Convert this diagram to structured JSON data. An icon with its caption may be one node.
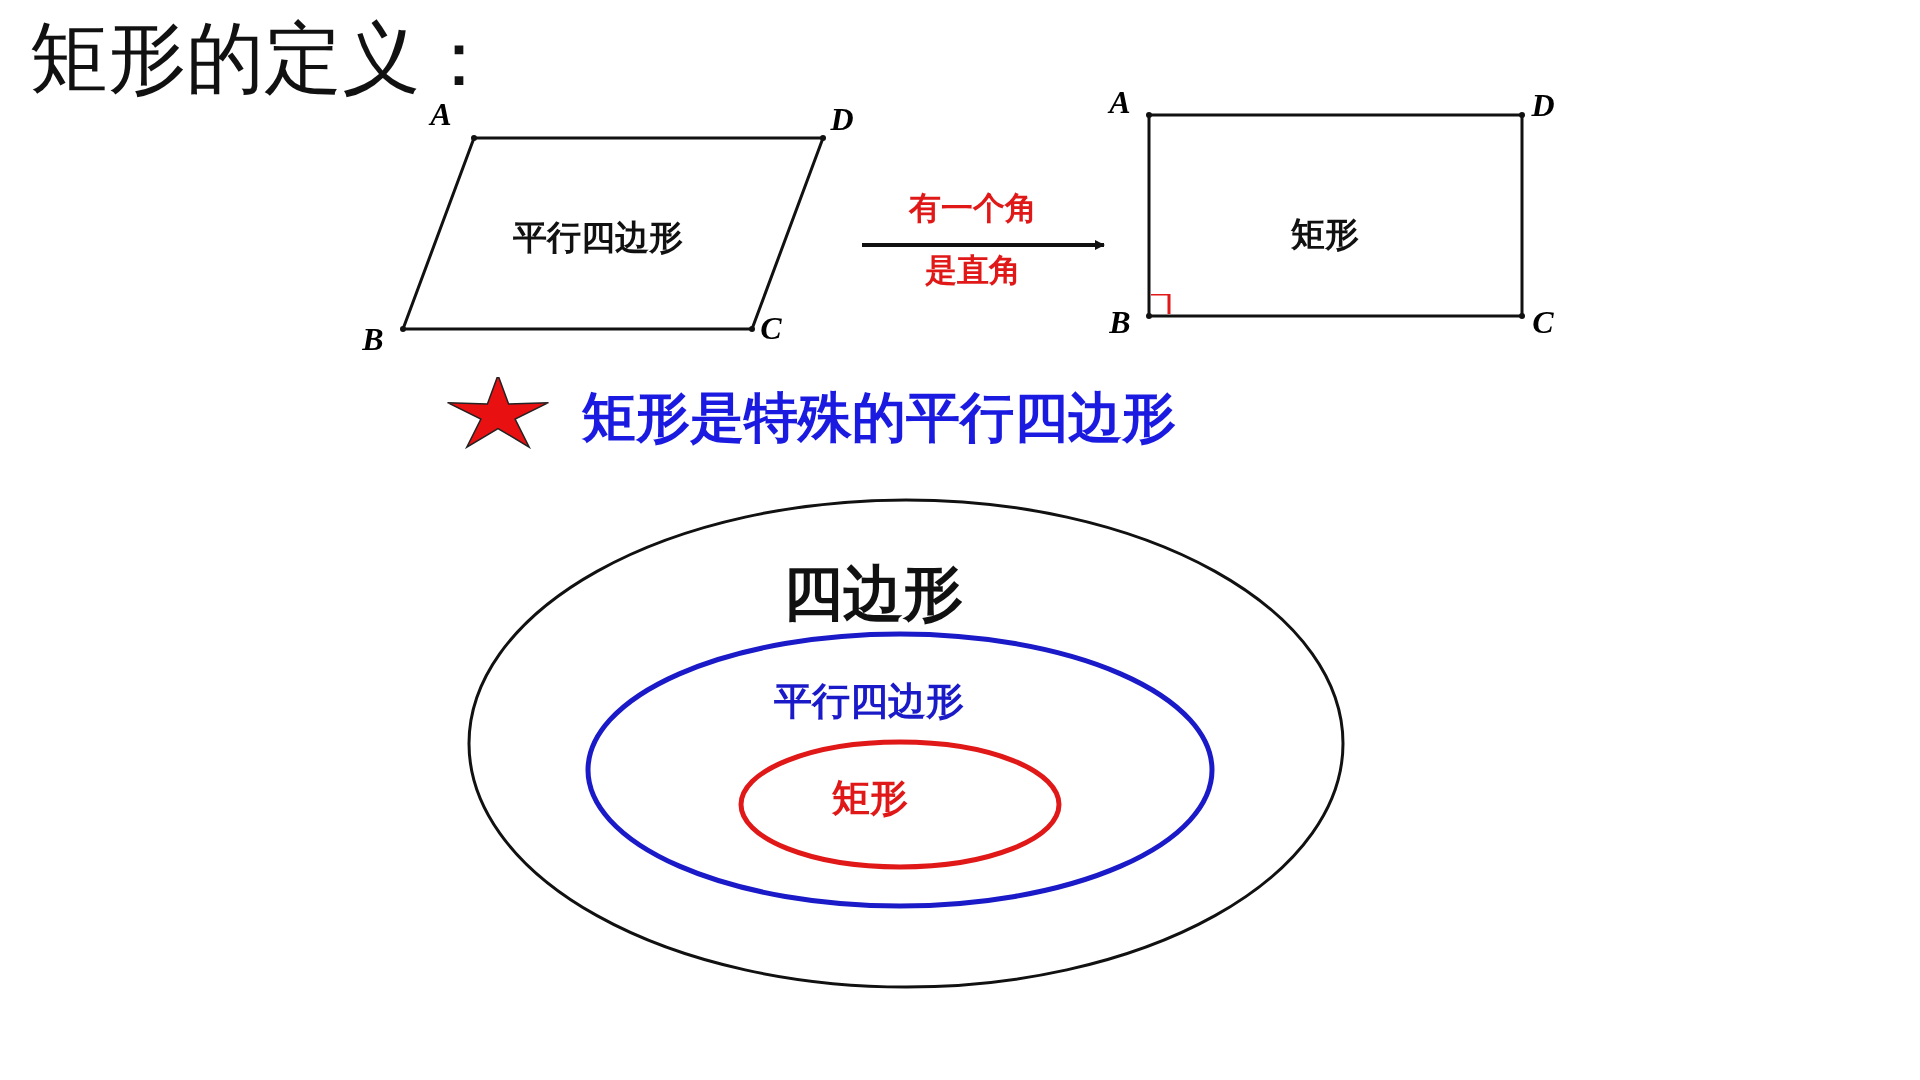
{
  "diagram": {
    "title": "矩形的定义：",
    "nodes": [
      {
        "text": [
          "平行四边形"
        ]
      },
      {
        "text": [
          "矩形"
        ]
      },
      {
        "text": [
          "四边形"
        ]
      },
      {
        "text": [
          "平行四边形"
        ],
        "in": 2
      },
      {
        "text": [
          "矩形"
        ],
        "in": 3
      }
    ],
    "edges": [
      {
        "from": 0,
        "to": 1,
        "arrow": "to",
        "label": "有一个角是直角"
      }
    ],
    "labels": [
      "A",
      "D",
      "B",
      "C",
      "A",
      "D",
      "B",
      "C",
      "矩形是特殊的平行四边形"
    ]
  }
}
